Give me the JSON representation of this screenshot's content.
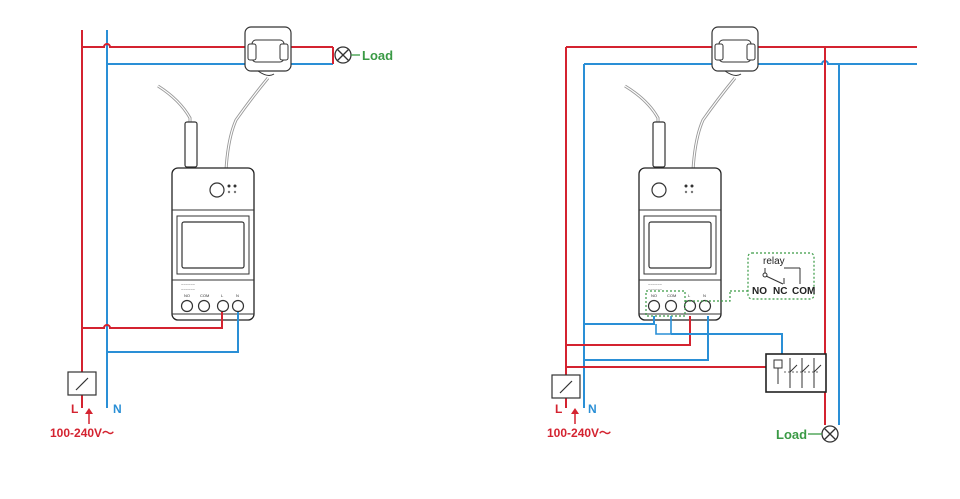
{
  "left_diagram": {
    "load_label": "Load",
    "l_label": "L",
    "n_label": "N",
    "voltage_label": "100-240V～",
    "terminals": [
      "NO",
      "COM",
      "L",
      "N"
    ]
  },
  "right_diagram": {
    "load_label": "Load",
    "l_label": "L",
    "n_label": "N",
    "voltage_label": "100-240V～",
    "terminals": [
      "NO",
      "COM",
      "L",
      "N"
    ],
    "relay": {
      "title": "relay",
      "no": "NO",
      "nc": "NC",
      "com": "COM"
    }
  },
  "colors": {
    "live": "#d42330",
    "neutral": "#2a8fd6",
    "relay_box": "#3a9a45",
    "load_label": "#3a9a45"
  }
}
